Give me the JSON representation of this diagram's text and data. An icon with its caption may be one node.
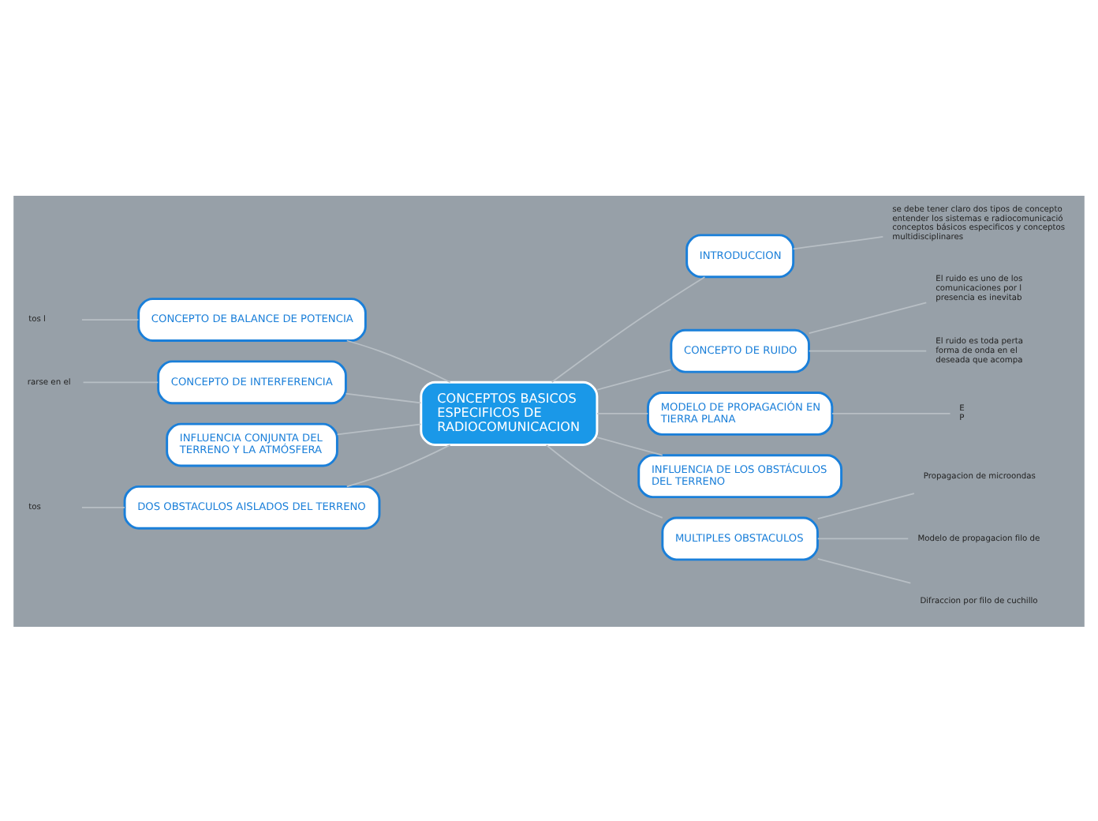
{
  "diagram": {
    "nodes": [
      {
        "text": [
          "CONCEPTOS BASICOS ESPECIFICOS DE RADIOCOMUNICACION"
        ]
      },
      {
        "text": [
          "INTRODUCCION"
        ]
      },
      {
        "text": [
          "se debe tener claro dos tipos de concepto entender los sistemas e radiocomunicació conceptos básicos especificos y conceptos multidisciplinares"
        ]
      },
      {
        "text": [
          "CONCEPTO DE RUIDO"
        ]
      },
      {
        "text": [
          "El ruido es uno de los comunicaciones por l presencia es inevitab"
        ]
      },
      {
        "text": [
          "El ruido es toda perta forma de onda en el deseada que acompa"
        ]
      },
      {
        "text": [
          "MODELO DE PROPAGACIÓN EN TIERRA PLANA"
        ]
      },
      {
        "text": [
          "E P"
        ]
      },
      {
        "text": [
          "INFLUENCIA DE LOS OBSTÁCULOS DEL TERRENO"
        ]
      },
      {
        "text": [
          "MULTIPLES OBSTACULOS"
        ]
      },
      {
        "text": [
          "Propagacion de microondas"
        ]
      },
      {
        "text": [
          "Modelo de propagacion filo de"
        ]
      },
      {
        "text": [
          "Difraccion por filo de cuchillo"
        ]
      },
      {
        "text": [
          "CONCEPTO DE BALANCE DE POTENCIA"
        ]
      },
      {
        "text": [
          "tos l"
        ]
      },
      {
        "text": [
          "CONCEPTO DE INTERFERENCIA"
        ]
      },
      {
        "text": [
          "rarse en el"
        ]
      },
      {
        "text": [
          "INFLUENCIA CONJUNTA DEL TERRENO Y LA ATMÓSFERA"
        ]
      },
      {
        "text": [
          "DOS OBSTACULOS AISLADOS DEL TERRENO"
        ]
      },
      {
        "text": [
          "tos"
        ]
      }
    ],
    "edges": [
      {
        "from": 0,
        "to": 1,
        "arrow": "none"
      },
      {
        "from": 1,
        "to": 2,
        "arrow": "none"
      },
      {
        "from": 0,
        "to": 3,
        "arrow": "none"
      },
      {
        "from": 3,
        "to": 4,
        "arrow": "none"
      },
      {
        "from": 3,
        "to": 5,
        "arrow": "none"
      },
      {
        "from": 0,
        "to": 6,
        "arrow": "none"
      },
      {
        "from": 6,
        "to": 7,
        "arrow": "none"
      },
      {
        "from": 0,
        "to": 8,
        "arrow": "none"
      },
      {
        "from": 0,
        "to": 9,
        "arrow": "none"
      },
      {
        "from": 9,
        "to": 10,
        "arrow": "none"
      },
      {
        "from": 9,
        "to": 11,
        "arrow": "none"
      },
      {
        "from": 9,
        "to": 12,
        "arrow": "none"
      },
      {
        "from": 0,
        "to": 13,
        "arrow": "none"
      },
      {
        "from": 13,
        "to": 14,
        "arrow": "none"
      },
      {
        "from": 0,
        "to": 15,
        "arrow": "none"
      },
      {
        "from": 15,
        "to": 16,
        "arrow": "none"
      },
      {
        "from": 0,
        "to": 17,
        "arrow": "none"
      },
      {
        "from": 0,
        "to": 18,
        "arrow": "none"
      },
      {
        "from": 18,
        "to": 19,
        "arrow": "none"
      }
    ]
  }
}
